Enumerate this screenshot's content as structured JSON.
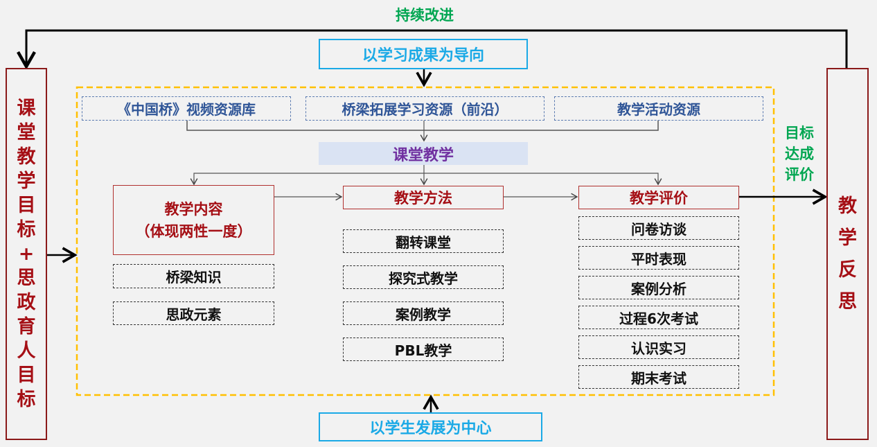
{
  "feedback_label": "持续改进",
  "top_orientation": "以学习成果为导向",
  "bottom_orientation": "以学生发展为中心",
  "left_goal": [
    "课",
    "堂",
    "教",
    "学",
    "目",
    "标",
    "+",
    "思",
    "政",
    "育",
    "人",
    "目",
    "标"
  ],
  "right_reflection": [
    "教",
    "学",
    "反",
    "思"
  ],
  "resources": [
    "《中国桥》视频资源库",
    "桥梁拓展学习资源（前沿）",
    "教学活动资源"
  ],
  "course_teaching": "课堂教学",
  "content": {
    "title": "教学内容",
    "subtitle": "（体现两性一度）",
    "items": [
      "桥梁知识",
      "思政元素"
    ]
  },
  "methods": {
    "title": "教学方法",
    "items": [
      "翻转课堂",
      "探究式教学",
      "案例教学",
      "PBL教学"
    ]
  },
  "evaluation": {
    "title": "教学评价",
    "items": [
      "问卷访谈",
      "平时表现",
      "案例分析",
      "过程6次考试",
      "认识实习",
      "期末考试"
    ]
  },
  "goal_evaluation": [
    "目标",
    "达成",
    "评价"
  ],
  "colors": {
    "green": "#00a651",
    "cyan": "#1aa9e6",
    "darkred": "#8b1a1a",
    "navy": "#2f5597",
    "purple": "#7030a0",
    "orange": "#ffc000"
  }
}
